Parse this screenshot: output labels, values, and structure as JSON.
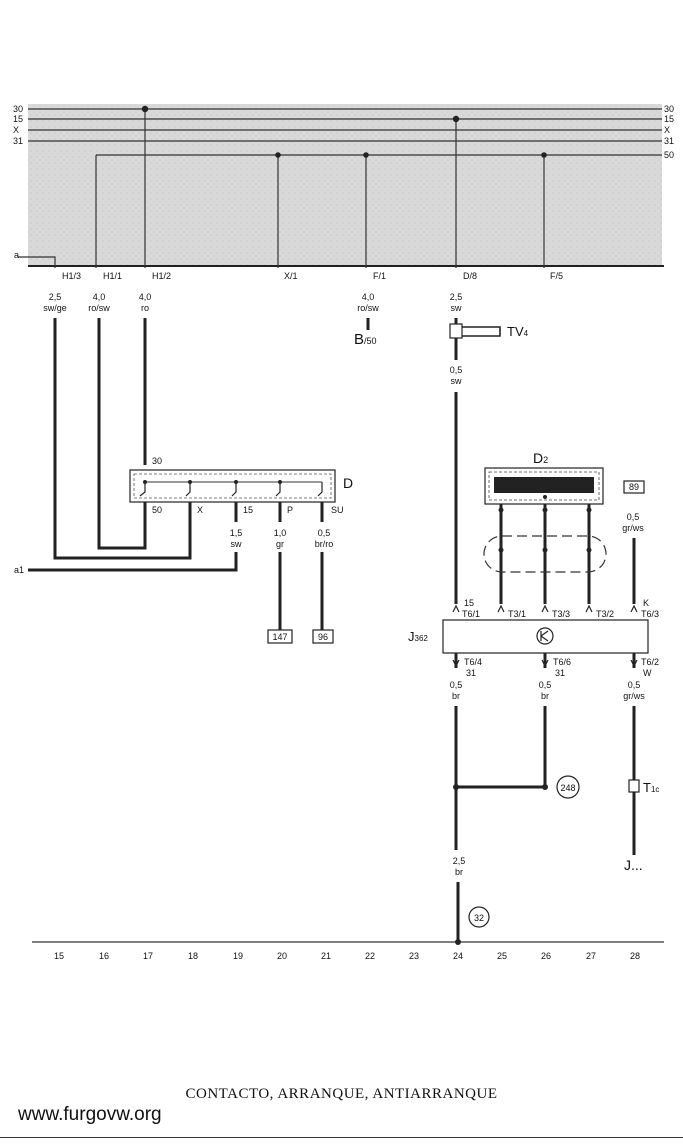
{
  "rails": {
    "left": [
      "30",
      "15",
      "X",
      "31"
    ],
    "right": [
      "30",
      "15",
      "X",
      "31",
      "50"
    ]
  },
  "a_label": "a",
  "a1_label": "a1",
  "connectors": [
    {
      "label": "H1/3",
      "gauge": "2,5",
      "color": "sw/ge"
    },
    {
      "label": "H1/1",
      "gauge": "4,0",
      "color": "ro/sw"
    },
    {
      "label": "H1/2",
      "gauge": "4,0",
      "color": "ro"
    },
    {
      "label": "X/1"
    },
    {
      "label": "F/1",
      "gauge": "4,0",
      "color": "ro/sw"
    },
    {
      "label": "D/8",
      "gauge": "2,5",
      "color": "sw"
    },
    {
      "label": "F/5"
    }
  ],
  "b50": {
    "main": "B",
    "sub": "/50"
  },
  "tv4": {
    "main": "TV",
    "sub": "4"
  },
  "d8_lower_wire": {
    "gauge": "0,5",
    "color": "sw"
  },
  "switch_d": {
    "name": "D",
    "top_pin": "30",
    "pins": [
      "50",
      "X",
      "15",
      "P",
      "SU"
    ],
    "wires": [
      {
        "gauge": "1,5",
        "color": "sw"
      },
      {
        "gauge": "1,0",
        "color": "gr"
      },
      {
        "gauge": "0,5",
        "color": "br/ro"
      }
    ],
    "refs": [
      "147",
      "96"
    ]
  },
  "d2": {
    "main": "D",
    "sub": "2"
  },
  "ref_89": "89",
  "wire_89": {
    "gauge": "0,5",
    "color": "gr/ws"
  },
  "j362": {
    "main": "J",
    "sub": "362",
    "top_pins": [
      {
        "num": "15",
        "label": "T6/1"
      },
      {
        "label": "T3/1"
      },
      {
        "label": "T3/3"
      },
      {
        "label": "T3/2"
      },
      {
        "num": "K",
        "label": "T6/3"
      }
    ],
    "bottom_pins": [
      {
        "label": "T6/4",
        "num": "31"
      },
      {
        "label": "T6/6",
        "num": "31"
      },
      {
        "label": "T6/2",
        "num": "W"
      }
    ],
    "bottom_wires": [
      {
        "gauge": "0,5",
        "color": "br"
      },
      {
        "gauge": "0,5",
        "color": "br"
      },
      {
        "gauge": "0,5",
        "color": "gr/ws"
      }
    ]
  },
  "ref_248": "248",
  "t1c": {
    "main": "T",
    "sub": "1c"
  },
  "j_dots": "J...",
  "ground_wire": {
    "gauge": "2,5",
    "color": "br"
  },
  "ref_32": "32",
  "track_numbers": [
    "15",
    "16",
    "17",
    "18",
    "19",
    "20",
    "21",
    "22",
    "23",
    "24",
    "25",
    "26",
    "27",
    "28"
  ],
  "caption": "CONTACTO, ARRANQUE, ANTIARRANQUE",
  "website": "www.furgovw.org"
}
